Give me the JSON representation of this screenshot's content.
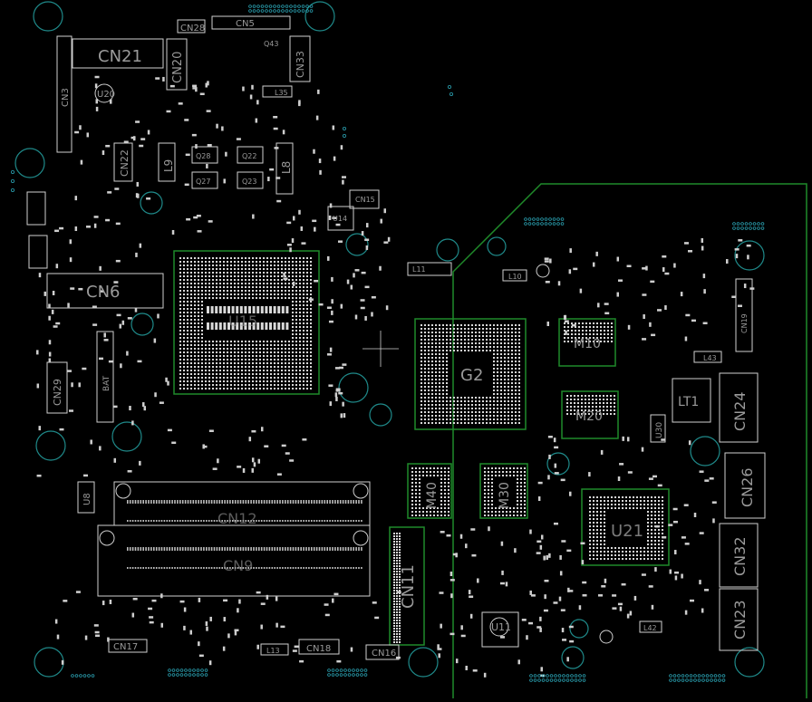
{
  "board": {
    "colors": {
      "background": "#000000",
      "silkscreen": "#cfcfcf",
      "pad": "#d9d9d9",
      "outline": "#1f8a2a",
      "mounting_hole": "#1f8a8a",
      "via": "#2aa0b0",
      "label": "#9a9a9a"
    }
  },
  "labels": {
    "CN21": "CN21",
    "CN20": "CN20",
    "CN28": "CN28",
    "CN5": "CN5",
    "CN33": "CN33",
    "CN3": "CN3",
    "U20": "U20",
    "CN22": "CN22",
    "L9": "L9",
    "L8": "L8",
    "Q43": "Q43",
    "L35": "L35",
    "Q28": "Q28",
    "Q22": "Q22",
    "Q27": "Q27",
    "Q23": "Q23",
    "CN15": "CN15",
    "U14": "U14",
    "CN6": "CN6",
    "U15": "U15",
    "CN29": "CN29",
    "BAT": "BAT",
    "U8": "U8",
    "CN12": "CN12",
    "CN9": "CN9",
    "CN11": "CN11",
    "CN17": "CN17",
    "CN18": "CN18",
    "CN16": "CN16",
    "L13": "L13",
    "L11": "L11",
    "G2": "G2",
    "M10": "M10",
    "M20": "M20",
    "M40": "M40",
    "M30": "M30",
    "U21": "U21",
    "U11": "U11",
    "LT1": "LT1",
    "CN24": "CN24",
    "CN26": "CN26",
    "CN32": "CN32",
    "CN23": "CN23",
    "U30": "U30",
    "L10": "L10",
    "L42": "L42",
    "L43": "L43",
    "CN19": "CN19"
  }
}
